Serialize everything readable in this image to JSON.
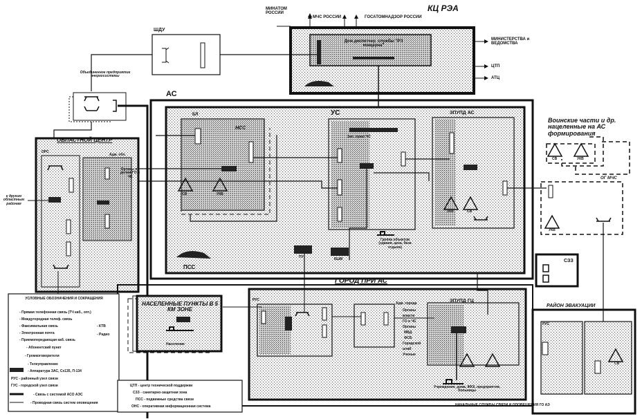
{
  "kc_rea": {
    "title": "КЦ РЭА",
    "inner_label": "Дом диспетчер. службы \"РЭ концерна\"",
    "outputs_top": [
      "МИНАТОМ РОССИИ",
      "МЧС РОССИИ",
      "ГОСАТОМНАДЗОР РОССИИ"
    ],
    "outputs_right": [
      "МИНИСТЕРСТВА и ВЕДОМСТВА",
      "ЦТП",
      "АТЦ"
    ]
  },
  "shdu": {
    "title": "ШДУ"
  },
  "joint_enterprise": {
    "title": "Объединенное предприятие энергосистемы"
  },
  "as": {
    "title": "АС",
    "bl": {
      "title": "БЛ",
      "nss": "НСС",
      "antennas": [
        "СВ",
        "УКВ"
      ]
    },
    "us": {
      "title": "УС",
      "inner": "Зап. пункт ЧС"
    },
    "zupd": {
      "title": "ЗПУПД АС",
      "antennas": [
        "УКВ",
        "СВ"
      ]
    },
    "pss": "ПСС",
    "vehicles": [
      "ПУ",
      "КШМ"
    ],
    "groups_label": "Группа объектов (здания, цеха, база отдыха)"
  },
  "military": {
    "title": "Воинские части и др. нацеленные на АС формирования",
    "antennas": [
      "СВ",
      "УКВ"
    ]
  },
  "og_mchs": {
    "title": "ОГ МЧС",
    "antenna": "УКВ"
  },
  "regional_center": {
    "title": "ОБЛАСТНОЙ ЦЕНТР",
    "left_label": "ОРС",
    "right_label": "Адм. обл.",
    "bodies": "Органы по делам ГО и ЧС",
    "external": "к другим областным районам"
  },
  "szz": {
    "title": "СЗЗ"
  },
  "city": {
    "title": "ГОРОД ПРИ АС",
    "rus": "РУС",
    "admin": "Адм. города",
    "bodies": [
      "Органы",
      "власти",
      "ГО и ЧС",
      "Органы",
      "МВД",
      "ФСБ",
      "Городской",
      "штаб",
      "Ученые"
    ],
    "zupd": "ЗПУПД ГЦ",
    "bottom": "Учреждения, дома, ЖКХ, предприятия, больницы"
  },
  "settlements": {
    "title": "НАСЕЛЕННЫЕ ПУНКТЫ В 5 КМ ЗОНЕ",
    "sub": "Население"
  },
  "evacuation": {
    "title": "РАЙОН ЭВАКУАЦИИ",
    "left": "РУС",
    "antenna": "СВ"
  },
  "legend": {
    "title": "УСЛОВНЫЕ ОБОЗНАЧЕНИЯ И СОКРАЩЕНИЯ",
    "items": [
      "- Прямая телефонная связь (ТЧ каб., опт.)",
      "- Междугородная телеф. связь",
      "- Факсимильная связь",
      "- Электронная почта",
      "- Приемопередающая каб. связь",
      "- Абонентский пункт",
      "- Громкоговорители",
      "- Телеуправление",
      "- Аппаратура ЗАС, Сх135, П-134",
      "РУС - районный узел связи",
      "ГУС - городской узел связи",
      "- Связь с системой АСО АЭС",
      "- Проводная связь систем оповещения"
    ],
    "side_items": [
      "- КТВ",
      "- Радио"
    ]
  },
  "abbrev": {
    "items": [
      "ЦТП - центр технической поддержки",
      "СЗЗ - санитарно-защитная зона",
      "ПСС - подвижные средства связи",
      "ОНС - оперативная информационная система"
    ]
  },
  "footer": "НАЧАЛЬНЫЕ СЛУЖБЫ СВЯЗИ И ОПОВЕЩЕНИЯ ГО АЭ"
}
